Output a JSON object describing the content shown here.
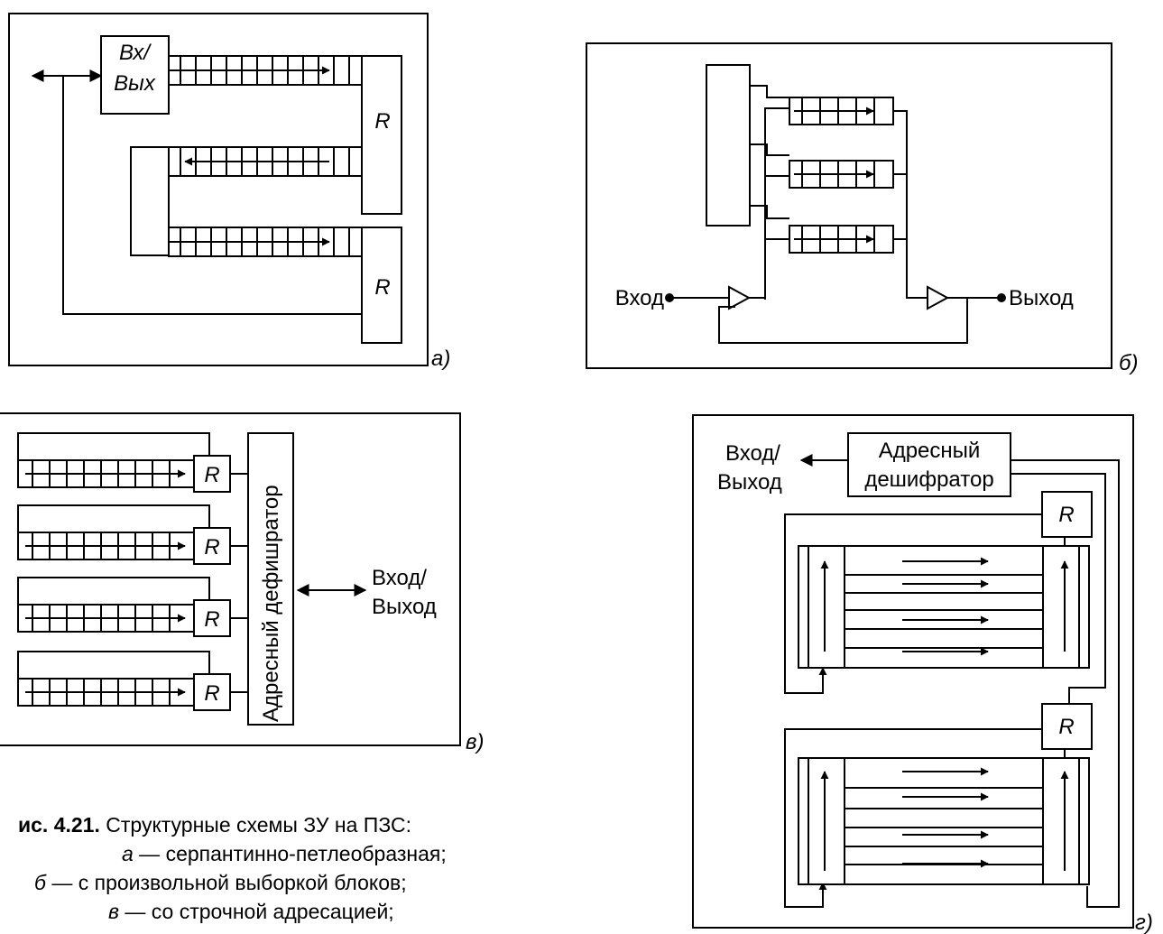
{
  "diagram_a": {
    "io_block_line1": "Вх/",
    "io_block_line2": "Вых",
    "register_top": "R",
    "register_bottom": "R",
    "panel_letter": "а)"
  },
  "diagram_b": {
    "input_label": "Вход",
    "output_label": "Выход",
    "panel_letter": "б)"
  },
  "diagram_c": {
    "registers": [
      "R",
      "R",
      "R",
      "R"
    ],
    "decoder_label": "Адресный дефишратор",
    "io_label_line1": "Вход/",
    "io_label_line2": "Выход",
    "panel_letter": "в)"
  },
  "diagram_d": {
    "io_label_line1": "Вход/",
    "io_label_line2": "Выход",
    "decoder_line1": "Адресный",
    "decoder_line2": "дешифратор",
    "register_top": "R",
    "register_bottom": "R",
    "panel_letter": "г)"
  },
  "caption": {
    "prefix": "ис. 4.21.",
    "title": " Структурные схемы ЗУ на ПЗС:",
    "item_a_letter": "а",
    "item_a_text": " — серпантинно-петлеобразная;",
    "item_b_letter": "б",
    "item_b_text": " — с произвольной выборкой блоков;",
    "item_c_letter": "в",
    "item_c_text": " — со строчной адресацией;"
  }
}
